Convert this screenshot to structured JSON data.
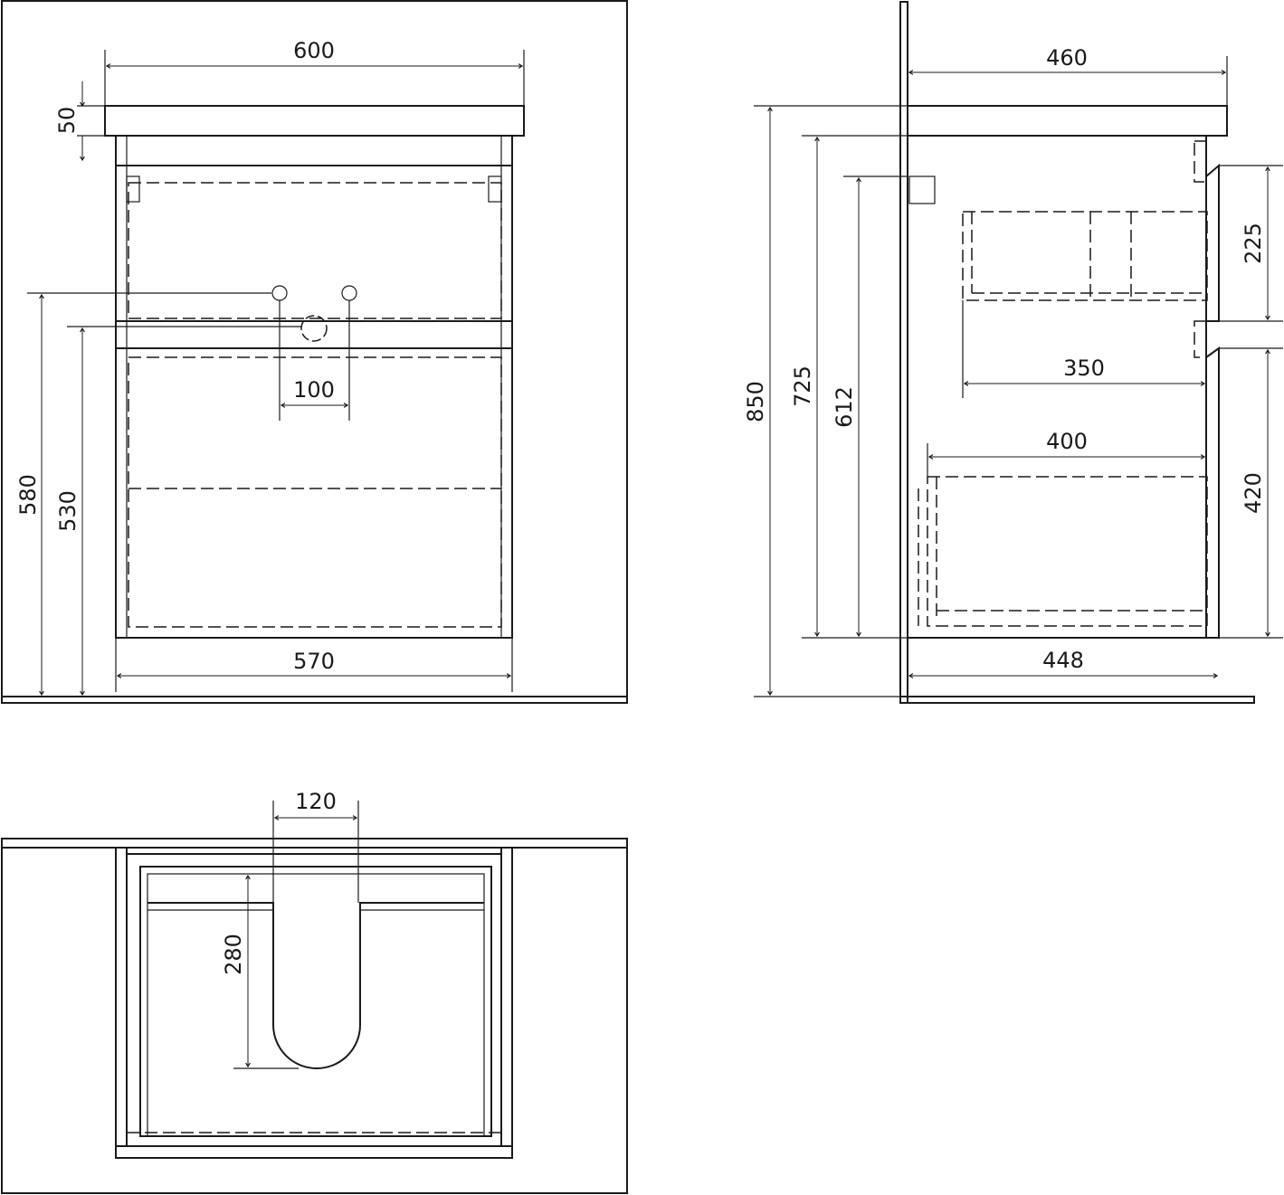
{
  "front_view": {
    "width_top": "600",
    "top_thickness": "50",
    "drain_spacing": "100",
    "drain_height": "580",
    "pipe_height": "530",
    "width_cabinet": "570"
  },
  "side_view": {
    "depth_top": "460",
    "total_height": "850",
    "cabinet_height": "725",
    "bracket_height": "612",
    "upper_drawer_height": "225",
    "upper_drawer_depth": "350",
    "lower_drawer_depth": "400",
    "lower_drawer_height": "420",
    "depth_cabinet": "448"
  },
  "top_view": {
    "cutout_width": "120",
    "cutout_depth": "280"
  },
  "colors": {
    "line": "#1a1a1a",
    "background": "#ffffff"
  }
}
